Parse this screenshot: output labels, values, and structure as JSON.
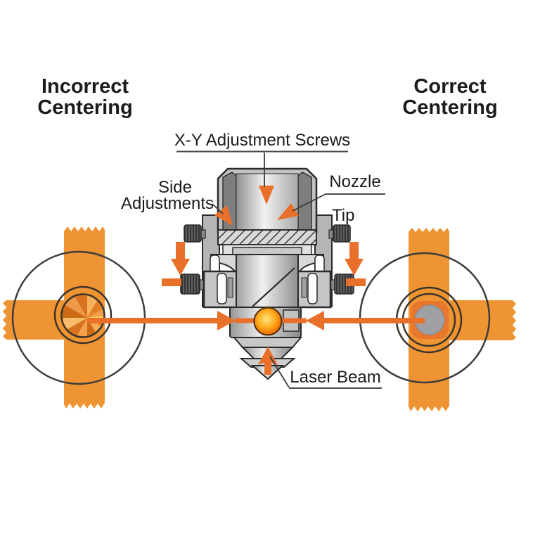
{
  "headings": {
    "incorrect_line1": "Incorrect",
    "incorrect_line2": "Centering",
    "correct_line1": "Correct",
    "correct_line2": "Centering"
  },
  "labels": {
    "xy_adjustment": "X-Y Adjustment Screws",
    "side_line1": "Side",
    "side_line2": "Adjustments",
    "nozzle": "Nozzle",
    "tip": "Tip",
    "laser_beam": "Laser Beam"
  },
  "colors": {
    "tape_orange": "#EF9433",
    "beam_orange": "#E8702A",
    "burn_ring_orange": "#E8772B",
    "target_center_gray": "#9FA0A4",
    "ball_core_yellow": "#FFE57F",
    "circle_outline": "#3D3D3D",
    "metal_light": "#E9E9E9",
    "metal_mid": "#C6C6C6",
    "metal_dark": "#7E7E7E",
    "text": "#1B1B1B"
  }
}
